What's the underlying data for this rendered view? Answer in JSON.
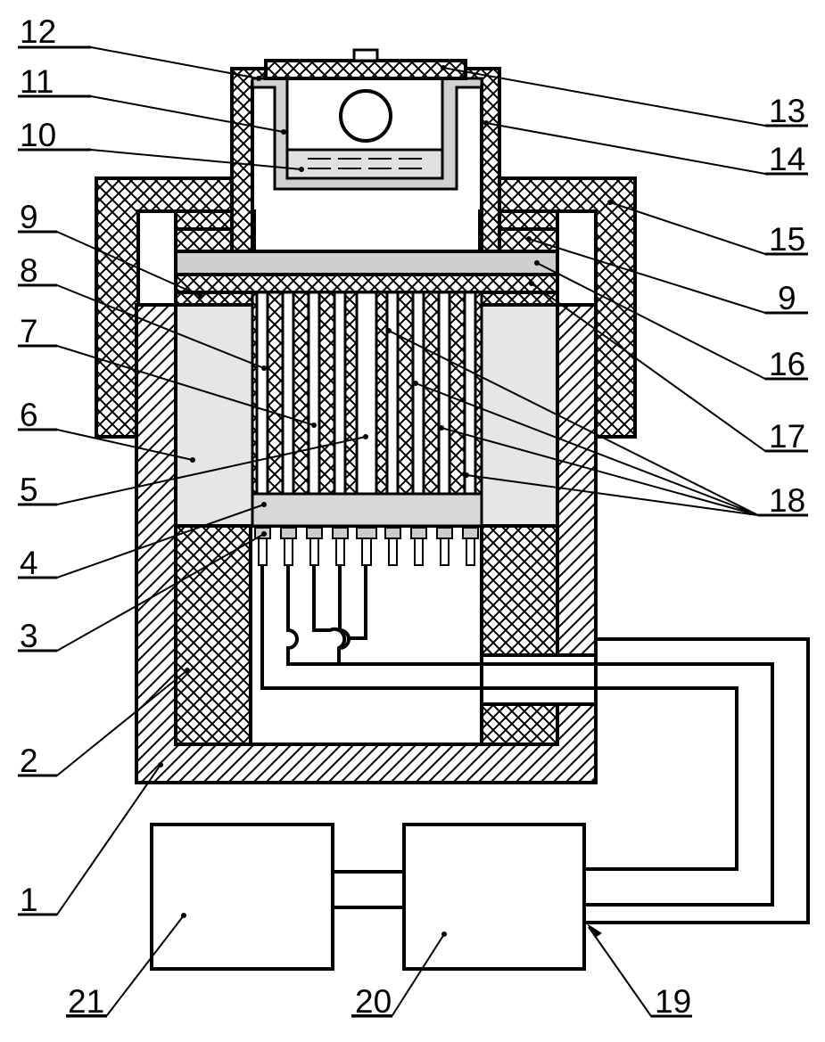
{
  "labels": {
    "l1": "1",
    "l2": "2",
    "l3": "3",
    "l4": "4",
    "l5": "5",
    "l6": "6",
    "l7": "7",
    "l8": "8",
    "l9a": "9",
    "l9b": "9",
    "l10": "10",
    "l11": "11",
    "l12": "12",
    "l13": "13",
    "l14": "14",
    "l15": "15",
    "l16": "16",
    "l17": "17",
    "l18": "18",
    "l19": "19",
    "l20": "20",
    "l21": "21"
  }
}
